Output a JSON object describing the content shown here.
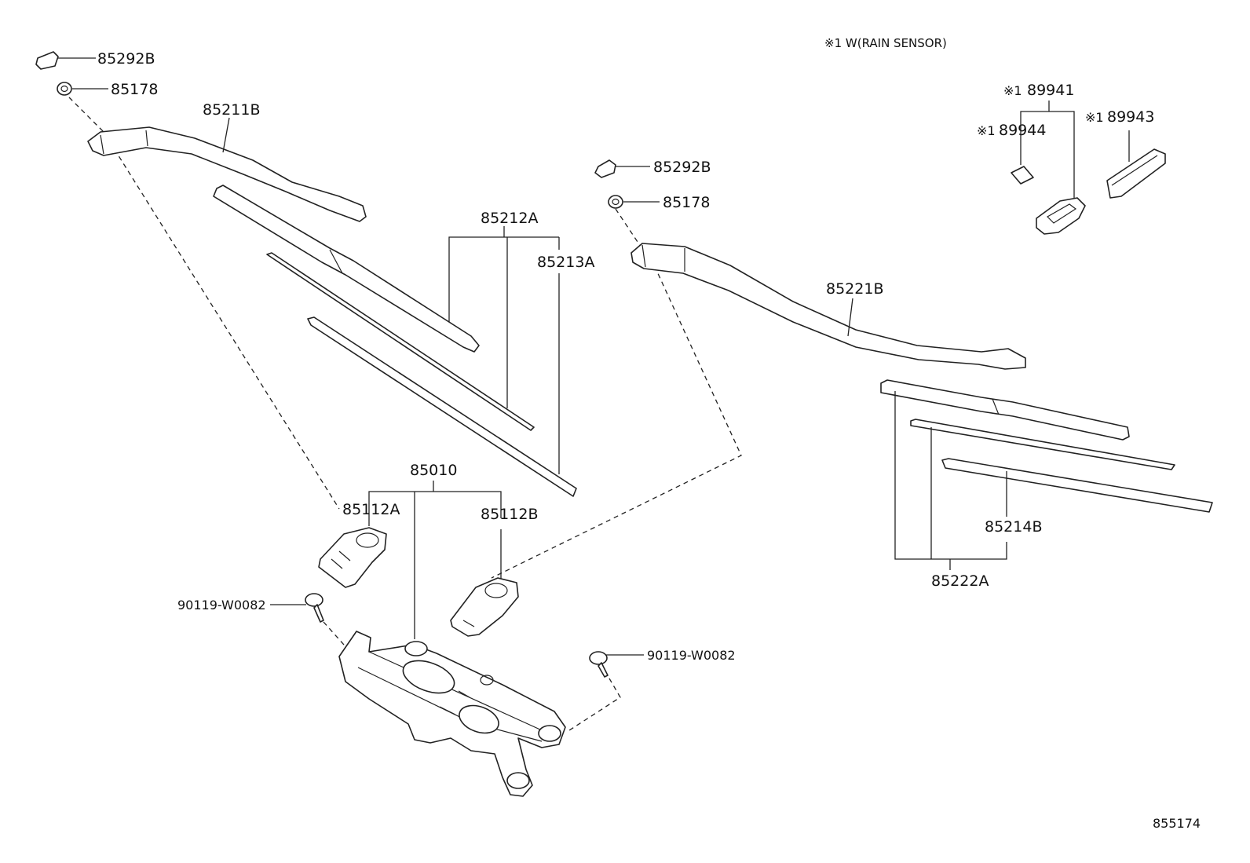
{
  "note": "※1 W(RAIN SENSOR)",
  "diagram_code": "855174",
  "parts": {
    "cap_left": "85292B",
    "nut_left": "85178",
    "arm_left": "85211B",
    "blade_left": "85212A",
    "rubber_left": "85213A",
    "cap_right": "85292B",
    "nut_right": "85178",
    "arm_right": "85221B",
    "rubber_right": "85214B",
    "blade_right": "85222A",
    "link_assy": "85010",
    "pivot_left": "85112A",
    "pivot_right": "85112B",
    "bolt_left": "90119-W0082",
    "bolt_right": "90119-W0082",
    "sensor_assy": "89941",
    "sensor_pad": "89944",
    "sensor_cover": "89943"
  },
  "sensor_mark": "※1"
}
